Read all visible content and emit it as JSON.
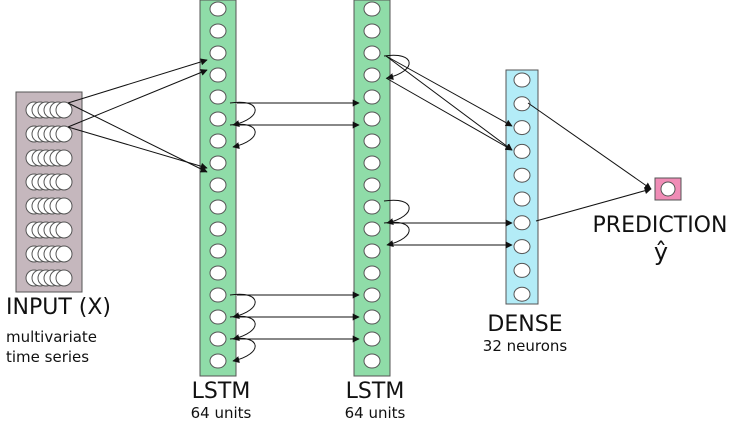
{
  "input": {
    "title": "INPUT (X)",
    "subtitle_line1": "multivariate",
    "subtitle_line2": "time series",
    "rows": 8
  },
  "lstm1": {
    "title": "LSTM",
    "subtitle": "64 units",
    "neurons": 17
  },
  "lstm2": {
    "title": "LSTM",
    "subtitle": "64 units",
    "neurons": 17
  },
  "dense": {
    "title": "DENSE",
    "subtitle": "32 neurons",
    "neurons": 10
  },
  "output": {
    "title": "PREDICTION",
    "symbol": "ŷ"
  },
  "colors": {
    "input_fill": "#c5b7bd",
    "lstm_fill": "#8fdca8",
    "dense_fill": "#b3ecf7",
    "output_fill": "#f08cb6",
    "neuron": "#ffffff",
    "stroke": "#555555",
    "edge": "#111111"
  }
}
